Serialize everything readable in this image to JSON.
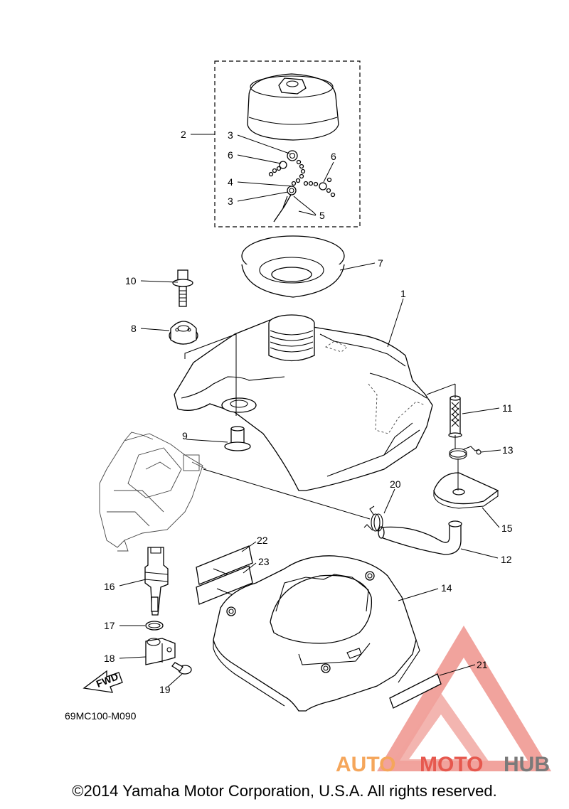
{
  "diagram_code": "69MC100-M090",
  "direction_arrow": "FWD",
  "watermark": {
    "part1": "AUTO",
    "part2": "MOTO",
    "part3": "HUB",
    "color_a": "#f5a65b",
    "color_b": "#e6584e",
    "color_c": "#7a7a7a"
  },
  "copyright": "©2014 Yamaha Motor Corporation, U.S.A. All rights reserved.",
  "callouts": {
    "c1": "1",
    "c2": "2",
    "c3a": "3",
    "c3b": "3",
    "c4": "4",
    "c5": "5",
    "c6a": "6",
    "c6b": "6",
    "c7": "7",
    "c8": "8",
    "c9": "9",
    "c10": "10",
    "c11": "11",
    "c12": "12",
    "c13": "13",
    "c14": "14",
    "c15": "15",
    "c16": "16",
    "c17": "17",
    "c18": "18",
    "c19": "19",
    "c20": "20",
    "c21": "21",
    "c22": "22",
    "c23": "23"
  }
}
